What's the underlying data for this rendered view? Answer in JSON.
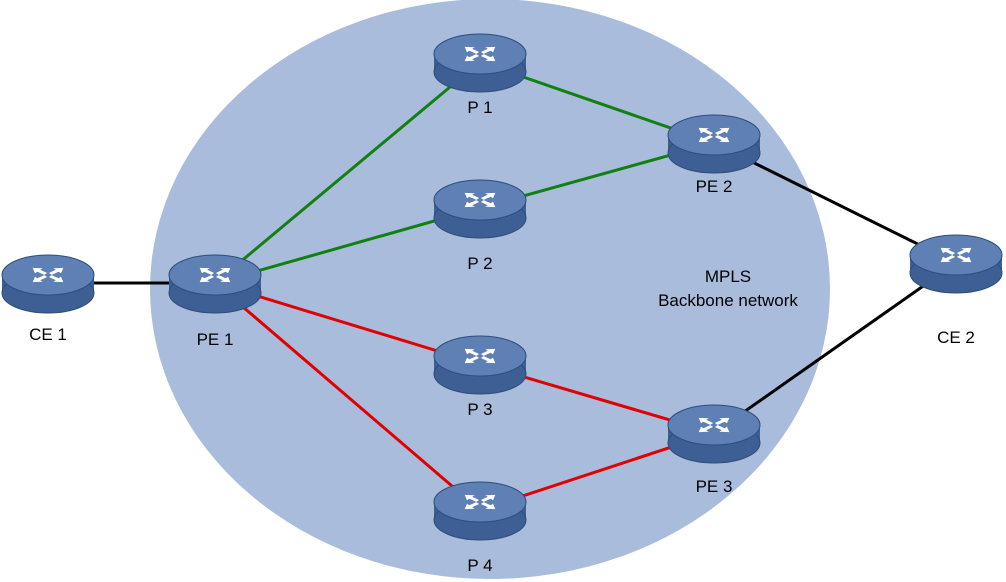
{
  "colors": {
    "cloud": "#a9bcdc",
    "router_top": "#5f80b4",
    "router_side": "#3d5f93",
    "router_dark": "#2e4d7c",
    "router_arrows": "#ffffff",
    "link_black": "#000000",
    "link_green": "#118011",
    "link_red": "#e00000"
  },
  "network": {
    "label_line1": "MPLS",
    "label_line2": "Backbone network"
  },
  "nodes": [
    {
      "id": "ce1",
      "label": "CE 1"
    },
    {
      "id": "pe1",
      "label": "PE 1"
    },
    {
      "id": "p1",
      "label": "P 1"
    },
    {
      "id": "p2",
      "label": "P 2"
    },
    {
      "id": "p3",
      "label": "P 3"
    },
    {
      "id": "p4",
      "label": "P 4"
    },
    {
      "id": "pe2",
      "label": "PE 2"
    },
    {
      "id": "pe3",
      "label": "PE 3"
    },
    {
      "id": "ce2",
      "label": "CE 2"
    }
  ],
  "links": [
    {
      "from": "ce1",
      "to": "pe1",
      "color": "black"
    },
    {
      "from": "pe1",
      "to": "p1",
      "color": "green"
    },
    {
      "from": "pe1",
      "to": "p2",
      "color": "green"
    },
    {
      "from": "p1",
      "to": "pe2",
      "color": "green"
    },
    {
      "from": "p2",
      "to": "pe2",
      "color": "green"
    },
    {
      "from": "pe1",
      "to": "p3",
      "color": "red"
    },
    {
      "from": "pe1",
      "to": "p4",
      "color": "red"
    },
    {
      "from": "p3",
      "to": "pe3",
      "color": "red"
    },
    {
      "from": "p4",
      "to": "pe3",
      "color": "red"
    },
    {
      "from": "pe2",
      "to": "ce2",
      "color": "black"
    },
    {
      "from": "pe3",
      "to": "ce2",
      "color": "black"
    }
  ],
  "icons": {
    "router": "router-icon"
  }
}
